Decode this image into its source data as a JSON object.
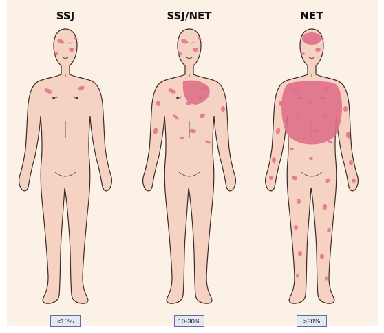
{
  "figures": [
    {
      "title": "SSJ",
      "percent": "<10%",
      "severity": 0.1
    },
    {
      "title": "SSJ/NET",
      "percent": "10-30%",
      "severity": 0.3
    },
    {
      "title": "NET",
      "percent": ">30%",
      "severity": 0.8
    }
  ],
  "colors": {
    "background": "#fbf1e6",
    "skin": "#f6d2c2",
    "outline": "#3a2a26",
    "lesion": "#e0708a",
    "badge_fill": "#e4e8f3",
    "badge_border": "#5b6ea6"
  }
}
